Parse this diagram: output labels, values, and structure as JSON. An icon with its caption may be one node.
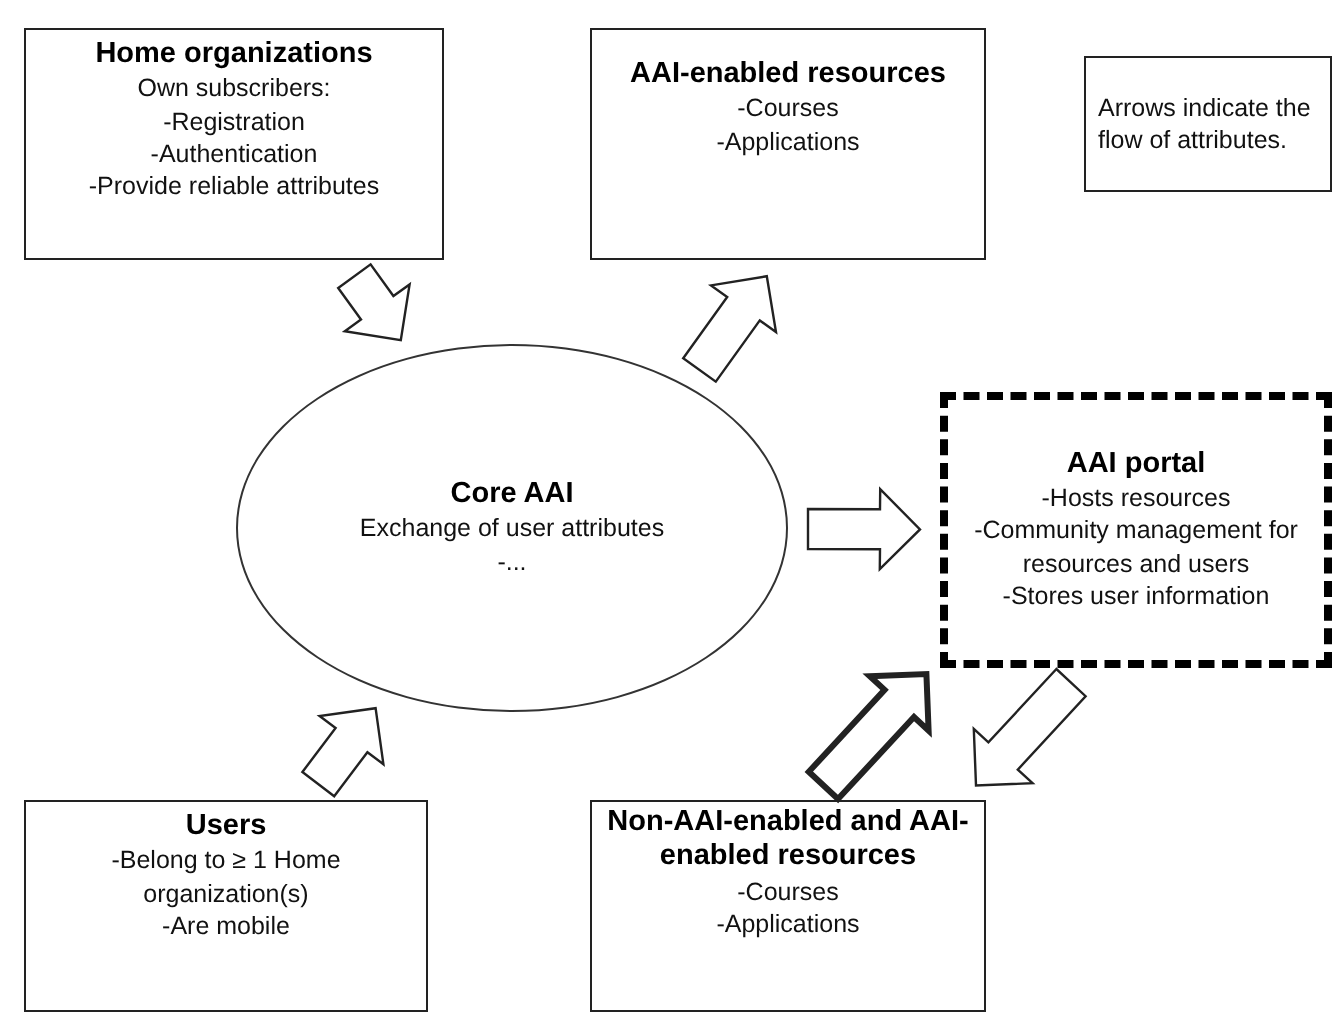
{
  "diagram": {
    "nodes": [
      {
        "text": [
          "Home organizations",
          "Own subscribers:",
          "-Registration",
          "-Authentication",
          "-Provide reliable attributes"
        ]
      },
      {
        "text": [
          "AAI-enabled resources",
          "-Courses",
          "-Applications"
        ]
      },
      {
        "text": [
          "Arrows indicate the flow of attributes."
        ]
      },
      {
        "text": [
          "Core AAI",
          "Exchange of user attributes",
          "-..."
        ]
      },
      {
        "text": [
          "AAI portal",
          "-Hosts resources",
          "-Community management for resources and users",
          "-Stores user information"
        ]
      },
      {
        "text": [
          "Users",
          "-Belong to ≥ 1 Home organization(s)",
          "-Are mobile"
        ]
      },
      {
        "text": [
          "Non-AAI-enabled and AAI-enabled resources",
          "-Courses",
          "-Applications"
        ]
      }
    ],
    "edges": [
      {
        "from": 0,
        "to": 3,
        "arrow": "to"
      },
      {
        "from": 3,
        "to": 1,
        "arrow": "to"
      },
      {
        "from": 3,
        "to": 4,
        "arrow": "to"
      },
      {
        "from": 5,
        "to": 3,
        "arrow": "to"
      },
      {
        "from": 6,
        "to": 4,
        "arrow": "to",
        "style": "thick"
      },
      {
        "from": 4,
        "to": 6,
        "arrow": "to"
      }
    ]
  }
}
